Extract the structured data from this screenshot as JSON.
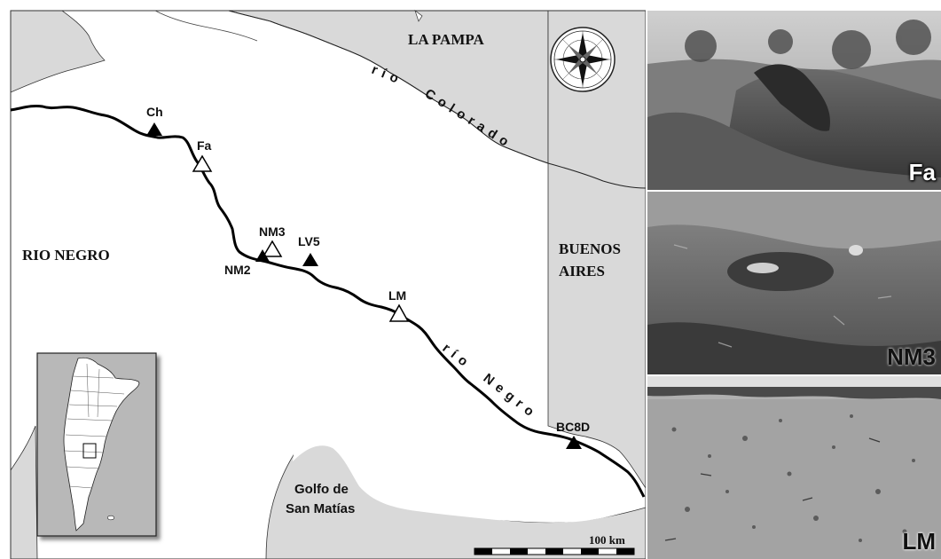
{
  "map": {
    "regions": {
      "la_pampa": "LA PAMPA",
      "rio_negro": "RIO NEGRO",
      "buenos_aires_line1": "BUENOS",
      "buenos_aires_line2": "AIRES"
    },
    "rivers": {
      "colorado_word1": "río",
      "colorado_word2": "Colorado",
      "negro_word1": "río",
      "negro_word2": "Negro"
    },
    "gulf": {
      "line1": "Golfo de",
      "line2": "San Matías"
    },
    "sites": [
      {
        "id": "Ch",
        "label": "Ch",
        "marker": "filled-triangle"
      },
      {
        "id": "Fa",
        "label": "Fa",
        "marker": "open-triangle"
      },
      {
        "id": "NM3",
        "label": "NM3",
        "marker": "open-triangle"
      },
      {
        "id": "NM2",
        "label": "NM2",
        "marker": "filled-triangle"
      },
      {
        "id": "LV5",
        "label": "LV5",
        "marker": "filled-triangle"
      },
      {
        "id": "LM",
        "label": "LM",
        "marker": "open-triangle"
      },
      {
        "id": "BC8D",
        "label": "BC8D",
        "marker": "filled-triangle"
      }
    ],
    "scale_bar": {
      "label": "100 km"
    },
    "colors": {
      "land": "#d9d9d9",
      "study_province": "#ffffff",
      "water": "#ffffff",
      "river": "#000000"
    }
  },
  "photos": [
    {
      "id": "fa",
      "label": "Fa"
    },
    {
      "id": "nm3",
      "label": "NM3"
    },
    {
      "id": "lm",
      "label": "LM"
    }
  ]
}
